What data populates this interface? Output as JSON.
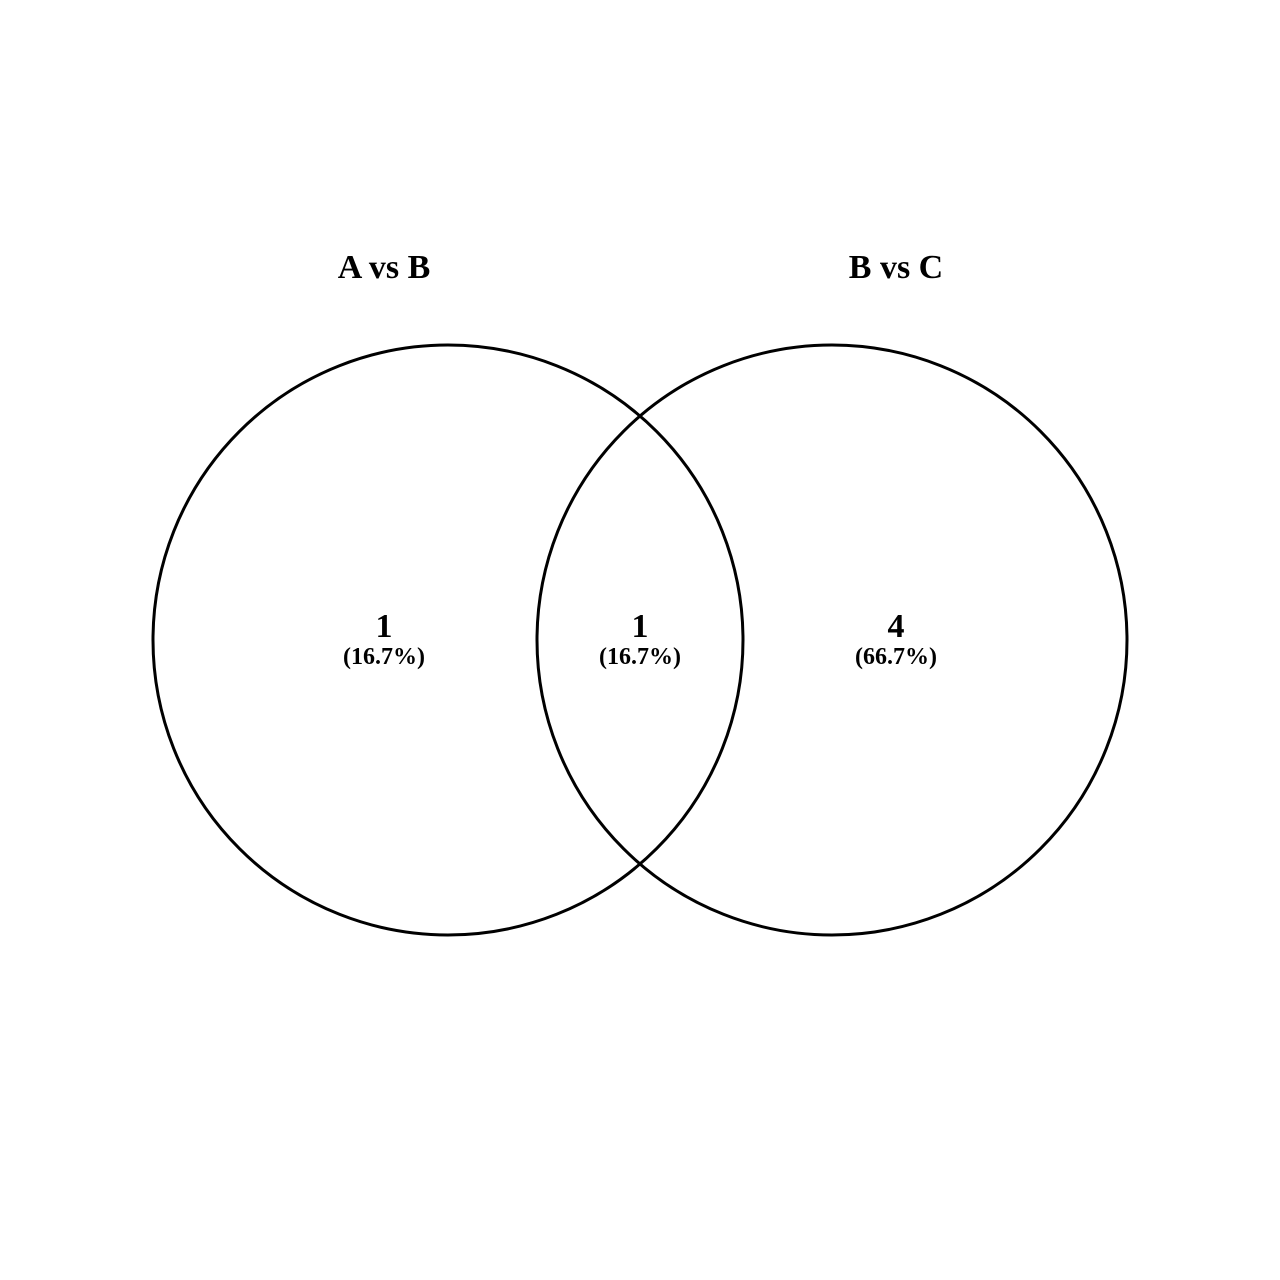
{
  "chart_data": {
    "type": "venn",
    "sets": [
      {
        "name": "A vs B"
      },
      {
        "name": "B vs C"
      }
    ],
    "regions": [
      {
        "sets": [
          "A vs B"
        ],
        "count": 1,
        "percent_label": "(16.7%)"
      },
      {
        "sets": [
          "A vs B",
          "B vs C"
        ],
        "count": 1,
        "percent_label": "(16.7%)"
      },
      {
        "sets": [
          "B vs C"
        ],
        "count": 4,
        "percent_label": "(66.7%)"
      }
    ],
    "colors": {
      "stroke": "#000000",
      "fill": "none",
      "text": "#000000"
    }
  }
}
